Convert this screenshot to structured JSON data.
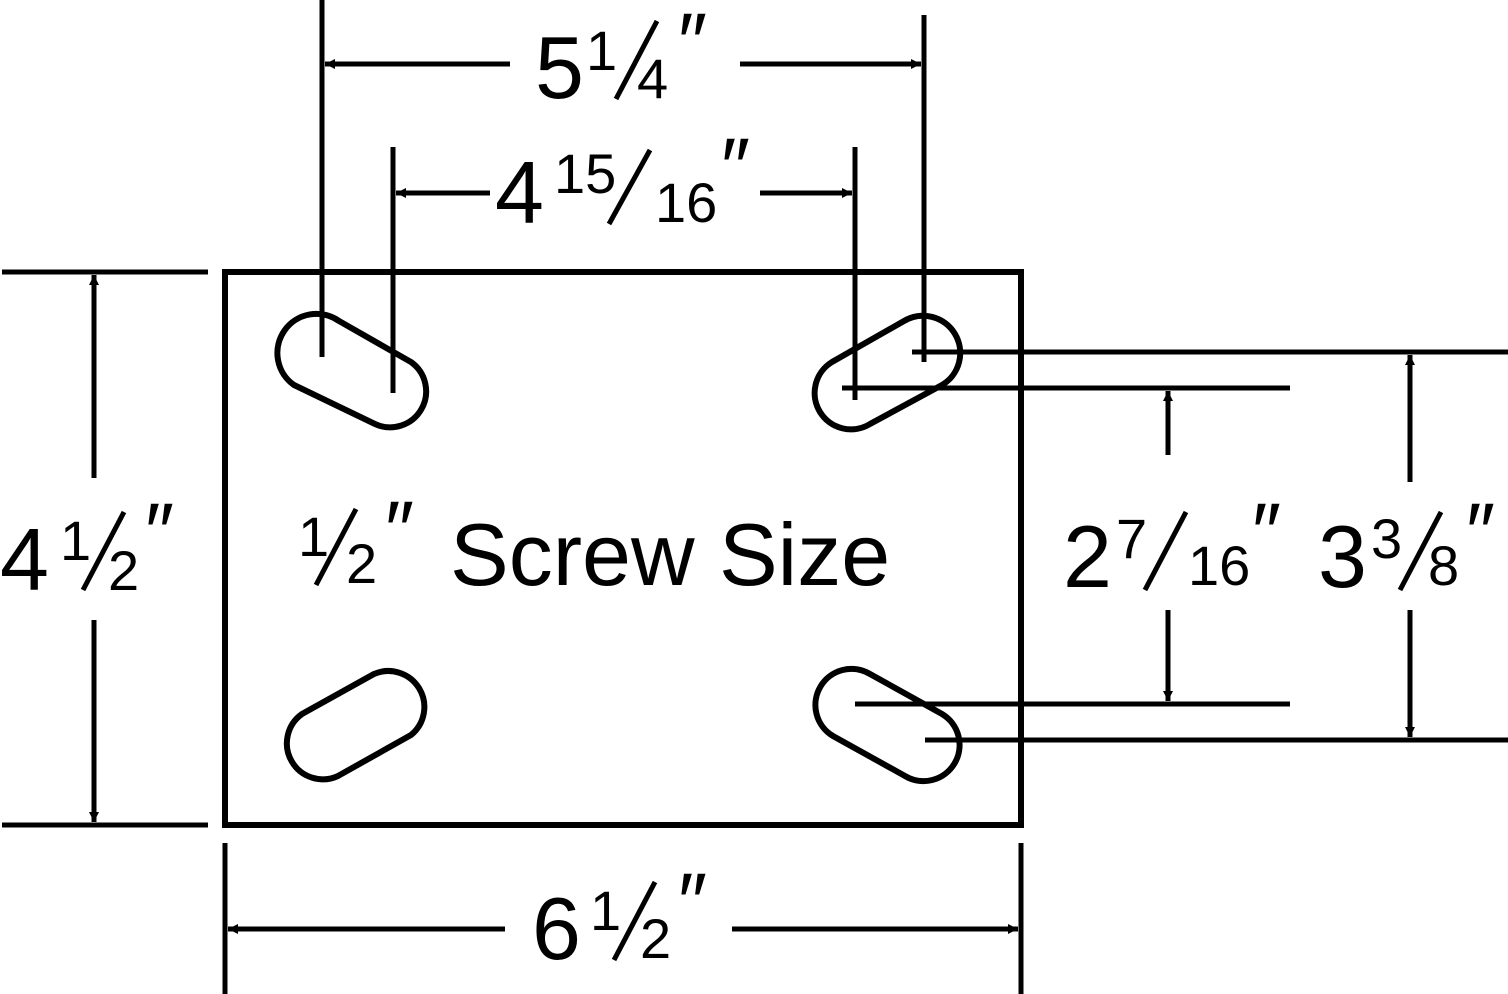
{
  "colors": {
    "line": "#000000",
    "background": "#ffffff"
  },
  "labels": {
    "top_outer": {
      "whole": "5",
      "num": "1",
      "den": "4",
      "unit": "″"
    },
    "top_inner": {
      "whole": "4",
      "num": "15",
      "den": "16",
      "unit": "″"
    },
    "left": {
      "whole": "4",
      "num": "1",
      "den": "2",
      "unit": "″"
    },
    "bottom": {
      "whole": "6",
      "num": "1",
      "den": "2",
      "unit": "″"
    },
    "right_inner": {
      "whole": "2",
      "num": "7",
      "den": "16",
      "unit": "″"
    },
    "right_outer": {
      "whole": "3",
      "num": "3",
      "den": "8",
      "unit": "″"
    },
    "center": {
      "num": "1",
      "den": "2",
      "unit": "″",
      "text": "Screw Size"
    }
  }
}
